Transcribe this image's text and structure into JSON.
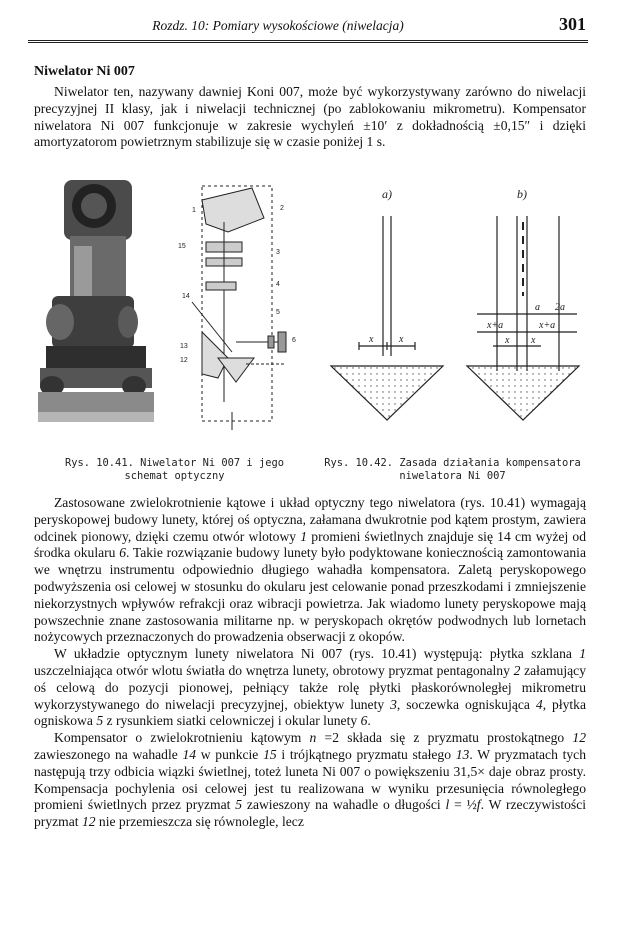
{
  "header": {
    "running_title": "Rozdz. 10: Pomiary wysokościowe (niwelacja)",
    "page_number": "301"
  },
  "section_title": "Niwelator Ni 007",
  "intro_paragraph": "Niwelator ten, nazywany dawniej Koni 007, może być wykorzystywany zarówno do niwelacji precyzyjnej II klasy, jak i niwelacji technicznej (po zablokowaniu mikrometru). Kompensator niwelatora Ni 007 funkcjonuje w zakresie wychyleń ±10′ z dokładnością ±0,15″ i dzięki amortyzatorom powietrznym stabilizuje się w czasie poniżej 1 s.",
  "figure_41": {
    "caption_line1": "Rys. 10.41. Niwelator Ni 007 i jego",
    "caption_line2": "schemat optyczny",
    "labels": [
      "1",
      "2",
      "3",
      "4",
      "5",
      "6",
      "12",
      "13",
      "14",
      "15"
    ]
  },
  "figure_42": {
    "caption_line1": "Rys. 10.42. Zasada działania kompensatora",
    "caption_line2": "niwelatora Ni 007",
    "panel_a": "a)",
    "panel_b": "b)",
    "dim_x": "x",
    "dim_a": "a",
    "dim_2a": "2a",
    "dim_x_plus_a": "x+a"
  },
  "paragraphs": [
    {
      "parts": [
        {
          "t": "Zastosowane zwielokrotnienie kątowe i układ optyczny tego niwelatora (rys. 10.41) wymagają peryskopowej budowy lunety, której oś optyczna, załamana dwukrotnie pod kątem prostym, zawiera odcinek pionowy, dzięki czemu otwór wlotowy "
        },
        {
          "t": "1",
          "i": true
        },
        {
          "t": " promieni świetlnych znajduje się 14 cm wyżej od środka okularu "
        },
        {
          "t": "6",
          "i": true
        },
        {
          "t": ". Takie rozwiązanie budowy lunety było podyktowane koniecznością zamontowania we wnętrzu instrumentu odpowiednio długiego wahadła kompensatora. Zaletą peryskopowego podwyższenia osi celowej w stosunku do okularu jest celowanie ponad przeszkodami i zmniejszenie niekorzystnych wpływów refrakcji oraz wibracji powietrza. Jak wiadomo lunety peryskopowe mają powszechnie znane zastosowania militarne np. w peryskopach okrętów podwodnych lub lornetach nożycowych przeznaczonych do prowadzenia obserwacji z okopów."
        }
      ]
    },
    {
      "parts": [
        {
          "t": "W układzie optycznym lunety niwelatora Ni 007 (rys. 10.41) występują: płytka szklana "
        },
        {
          "t": "1",
          "i": true
        },
        {
          "t": " uszczelniająca otwór wlotu światła do wnętrza lunety, obrotowy pryzmat pentagonalny "
        },
        {
          "t": "2",
          "i": true
        },
        {
          "t": " załamujący oś celową do pozycji pionowej, pełniący także rolę płytki płaskorównoległej mikrometru wykorzystywanego do niwelacji precyzyjnej, obiektyw lunety "
        },
        {
          "t": "3",
          "i": true
        },
        {
          "t": ", soczewka ogniskująca "
        },
        {
          "t": "4",
          "i": true
        },
        {
          "t": ", płytka ogniskowa "
        },
        {
          "t": "5",
          "i": true
        },
        {
          "t": " z rysunkiem siatki celowniczej i okular lunety "
        },
        {
          "t": "6",
          "i": true
        },
        {
          "t": "."
        }
      ]
    },
    {
      "parts": [
        {
          "t": "Kompensator o zwielokrotnieniu kątowym "
        },
        {
          "t": "n",
          "i": true
        },
        {
          "t": " =2 składa się z pryzmatu prostokątnego "
        },
        {
          "t": "12",
          "i": true
        },
        {
          "t": " zawieszonego na wahadle "
        },
        {
          "t": "14",
          "i": true
        },
        {
          "t": " w punkcie "
        },
        {
          "t": "15",
          "i": true
        },
        {
          "t": " i trójkątnego pryzmatu stałego "
        },
        {
          "t": "13",
          "i": true
        },
        {
          "t": ". W pryzmatach tych następują trzy odbicia wiązki świetlnej, toteż luneta Ni 007 o powiększeniu 31,5× daje obraz prosty. Kompensacja pochylenia osi celowej jest tu realizowana w wyniku przesunięcia równoległego promieni świetlnych przez pryzmat "
        },
        {
          "t": "5",
          "i": true
        },
        {
          "t": " zawieszony na wahadle o długości "
        },
        {
          "t": "l",
          "i": true
        },
        {
          "t": " = ½"
        },
        {
          "t": "f",
          "i": true
        },
        {
          "t": ". W rzeczywistości pryzmat "
        },
        {
          "t": "12",
          "i": true
        },
        {
          "t": " nie przemieszcza się równolegle, lecz"
        }
      ]
    }
  ]
}
